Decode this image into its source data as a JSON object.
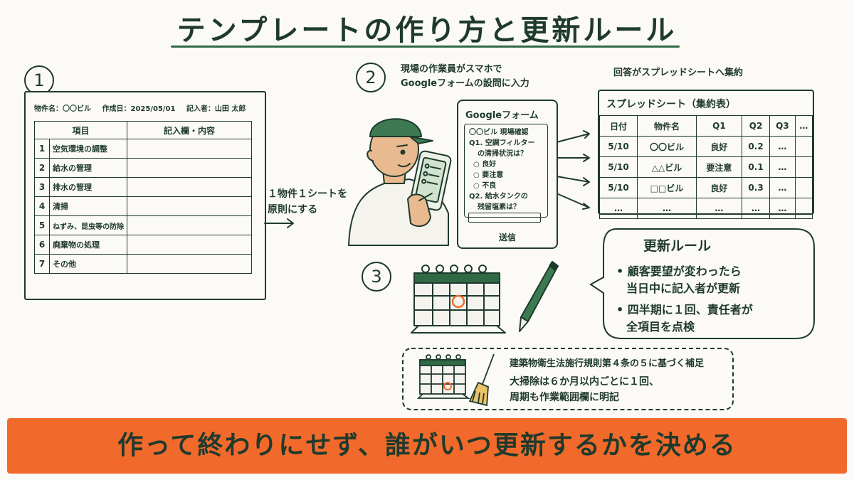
{
  "title": "テンプレートの作り方と更新ルール",
  "step1": {
    "number": "1",
    "header": {
      "building": "物件名：〇〇ビル",
      "created": "作成日：2025/05/01",
      "author": "記入者：山田 太郎"
    },
    "columns": [
      "項目",
      "記入欄・内容"
    ],
    "rows": [
      {
        "no": "1",
        "item": "空気環境の調整"
      },
      {
        "no": "2",
        "item": "給水の管理"
      },
      {
        "no": "3",
        "item": "排水の管理"
      },
      {
        "no": "4",
        "item": "清掃"
      },
      {
        "no": "5",
        "item": "ねずみ、昆虫等の防除"
      },
      {
        "no": "6",
        "item": "廃棄物の処理"
      },
      {
        "no": "7",
        "item": "その他"
      }
    ],
    "note_line1": "１物件１シートを",
    "note_line2": "原則にする"
  },
  "step2": {
    "number": "2",
    "caption_line1": "現場の作業員がスマホで",
    "caption_line2": "Googleフォームの設問に入力",
    "form": {
      "title": "Googleフォーム",
      "heading": "〇〇ビル 現場確認",
      "q1_line1": "Q1. 空調フィルター",
      "q1_line2": "の清掃状況は？",
      "options": [
        "良好",
        "要注意",
        "不良"
      ],
      "q2_line1": "Q2. 給水タンクの",
      "q2_line2": "残留塩素は？",
      "submit": "送信"
    },
    "sheet_caption": "回答がスプレッドシートへ集約",
    "sheet": {
      "title": "スプレッドシート（集約表）",
      "headers": [
        "日付",
        "物件名",
        "Q1",
        "Q2",
        "Q3",
        "…"
      ],
      "rows": [
        [
          "5/10",
          "〇〇ビル",
          "良好",
          "0.2",
          "…",
          ""
        ],
        [
          "5/10",
          "△△ビル",
          "要注意",
          "0.1",
          "…",
          ""
        ],
        [
          "5/10",
          "□□ビル",
          "良好",
          "0.3",
          "…",
          ""
        ],
        [
          "…",
          "…",
          "…",
          "…",
          "…",
          ""
        ]
      ]
    }
  },
  "step3": {
    "number": "3",
    "bubble_title": "更新ルール",
    "rule1_line1": "顧客要望が変わったら",
    "rule1_line2": "当日中に記入者が更新",
    "rule2_line1": "四半期に１回、責任者が",
    "rule2_line2": "全項目を点検",
    "supplement_title": "建築物衛生法施行規則第４条の５に基づく補足",
    "supplement_line1": "大掃除は６か月以内ごとに１回、",
    "supplement_line2": "周期も作業範囲欄に明記"
  },
  "footer": "作って終わりにせず、誰がいつ更新するかを決める",
  "colors": {
    "ink": "#1f3a2c",
    "accent": "#f26a2b",
    "green": "#2f6a45",
    "skin": "#e9b98f",
    "cap": "#3d7a52"
  }
}
